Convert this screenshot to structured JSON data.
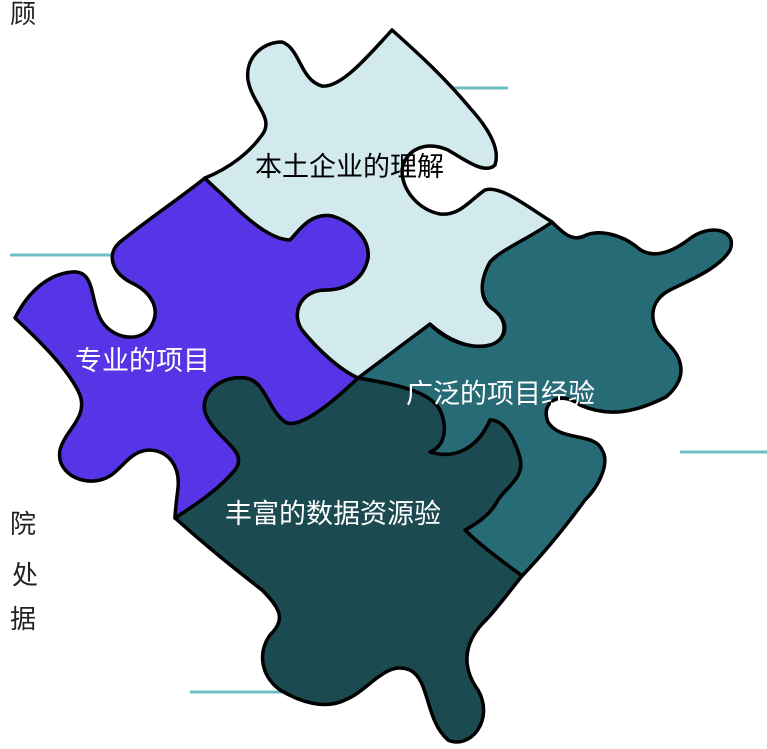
{
  "background_text": {
    "top_fragment": "顾",
    "bottom_fragments": [
      "院",
      "处",
      "据"
    ]
  },
  "pieces": [
    {
      "id": "top",
      "label": "本土企业的理解",
      "color": "#d2e9ee",
      "text_color": "#000000"
    },
    {
      "id": "left",
      "label": "专业的项目",
      "color": "#5535e5",
      "text_color": "#ffffff"
    },
    {
      "id": "right",
      "label": "广泛的项目经验",
      "color": "#266b75",
      "text_color": "#ffffff"
    },
    {
      "id": "bottom",
      "label": "丰富的数据资源验",
      "color": "#1b4a50",
      "text_color": "#ffffff"
    }
  ],
  "connector_color": "#6fbec4"
}
